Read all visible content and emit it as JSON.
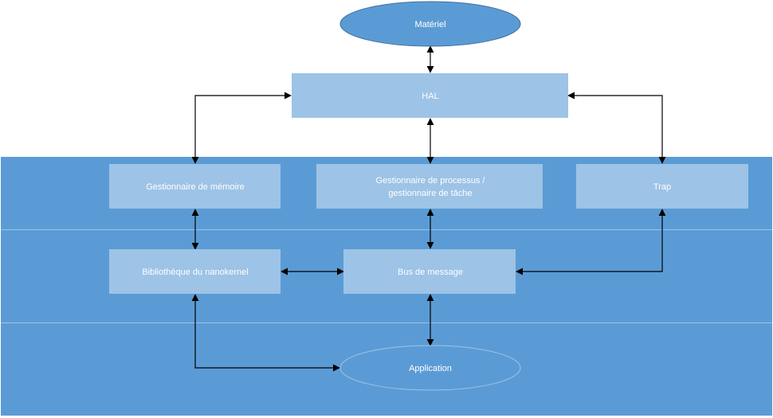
{
  "diagram": {
    "nodes": {
      "materiel": "Matériel",
      "hal": "HAL",
      "memoire": "Gestionnaire de mémoire",
      "processus_line1": "Gestionnaire de processus /",
      "processus_line2": "gestionnaire de tâche",
      "trap": "Trap",
      "bibliotheque": "Bibliothèque du nanokernel",
      "bus": "Bus de message",
      "application": "Application"
    },
    "colors": {
      "band": "#5b9bd5",
      "node_light": "#9dc3e6",
      "ellipse": "#5b9bd5",
      "separator": "#9dc3e6",
      "arrow": "#000000",
      "text": "#ffffff"
    }
  }
}
